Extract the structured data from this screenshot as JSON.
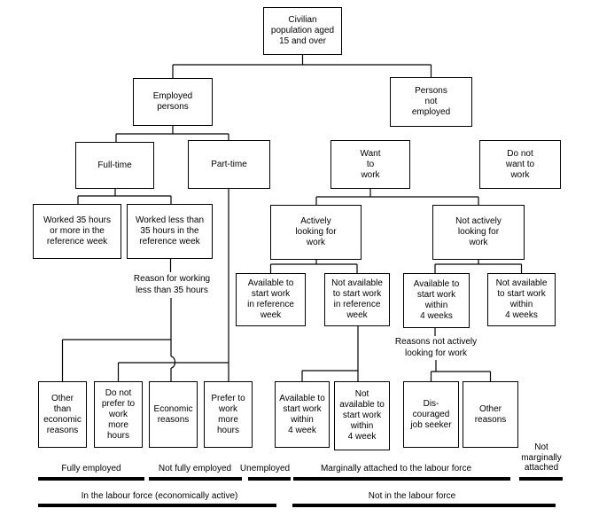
{
  "diagram": {
    "nodes": [
      {
        "id": "civilian-population",
        "label": "Civilian\npopulation aged\n15 and over"
      },
      {
        "id": "employed-persons",
        "label": "Employed\npersons"
      },
      {
        "id": "persons-not-employed",
        "label": "Persons\nnot\nemployed"
      },
      {
        "id": "full-time",
        "label": "Full-time"
      },
      {
        "id": "part-time",
        "label": "Part-time"
      },
      {
        "id": "want-to-work",
        "label": "Want\nto\nwork"
      },
      {
        "id": "do-not-want-to-work",
        "label": "Do not\nwant to\nwork"
      },
      {
        "id": "worked-35-or-more",
        "label": "Worked 35 hours\nor more in the\nreference week"
      },
      {
        "id": "worked-less-35",
        "label": "Worked less than\n35 hours in the\nreference week"
      },
      {
        "id": "actively-looking",
        "label": "Actively\nlooking for\nwork"
      },
      {
        "id": "not-actively-looking",
        "label": "Not actively\nlooking for\nwork"
      },
      {
        "id": "available-ref-week",
        "label": "Available to\nstart work\nin reference\nweek"
      },
      {
        "id": "not-available-ref-week",
        "label": "Not available\nto start work\nin reference\nweek"
      },
      {
        "id": "available-4-weeks",
        "label": "Available to\nstart work\nwithin\n4 weeks"
      },
      {
        "id": "not-available-4-weeks",
        "label": "Not available\nto start work\nwithin\n4 weeks"
      },
      {
        "id": "other-than-economic",
        "label": "Other\nthan\neconomic\nreasons"
      },
      {
        "id": "do-not-prefer-more-hours",
        "label": "Do not\nprefer to\nwork\nmore\nhours"
      },
      {
        "id": "economic-reasons",
        "label": "Economic\nreasons"
      },
      {
        "id": "prefer-more-hours",
        "label": "Prefer to\nwork\nmore\nhours"
      },
      {
        "id": "available-4-week",
        "label": "Available to\nstart work\nwithin\n4 week"
      },
      {
        "id": "not-available-4-week",
        "label": "Not\navailable to\nstart work\nwithin\n4 week"
      },
      {
        "id": "discouraged-job-seeker",
        "label": "Dis-\ncouraged\njob seeker"
      },
      {
        "id": "other-reasons",
        "label": "Other\nreasons"
      }
    ],
    "float_labels": [
      {
        "id": "reason-working-less",
        "label": "Reason for working\nless than 35 hours"
      },
      {
        "id": "reasons-not-actively",
        "label": "Reasons not actively\nlooking for work"
      }
    ],
    "bottom_rows": {
      "row1": [
        {
          "id": "fully-employed",
          "label": "Fully employed"
        },
        {
          "id": "not-fully-employed",
          "label": "Not fully employed"
        },
        {
          "id": "unemployed",
          "label": "Unemployed"
        },
        {
          "id": "marginally-attached",
          "label": "Marginally attached to the labour force"
        },
        {
          "id": "not-marginally-attached",
          "label": "Not\nmarginally\nattached"
        }
      ],
      "row2": [
        {
          "id": "in-labour-force",
          "label": "In the labour force (economically active)"
        },
        {
          "id": "not-in-labour-force",
          "label": "Not in the labour force"
        }
      ]
    }
  },
  "colors": {
    "line": "#000000",
    "background": "#ffffff"
  }
}
